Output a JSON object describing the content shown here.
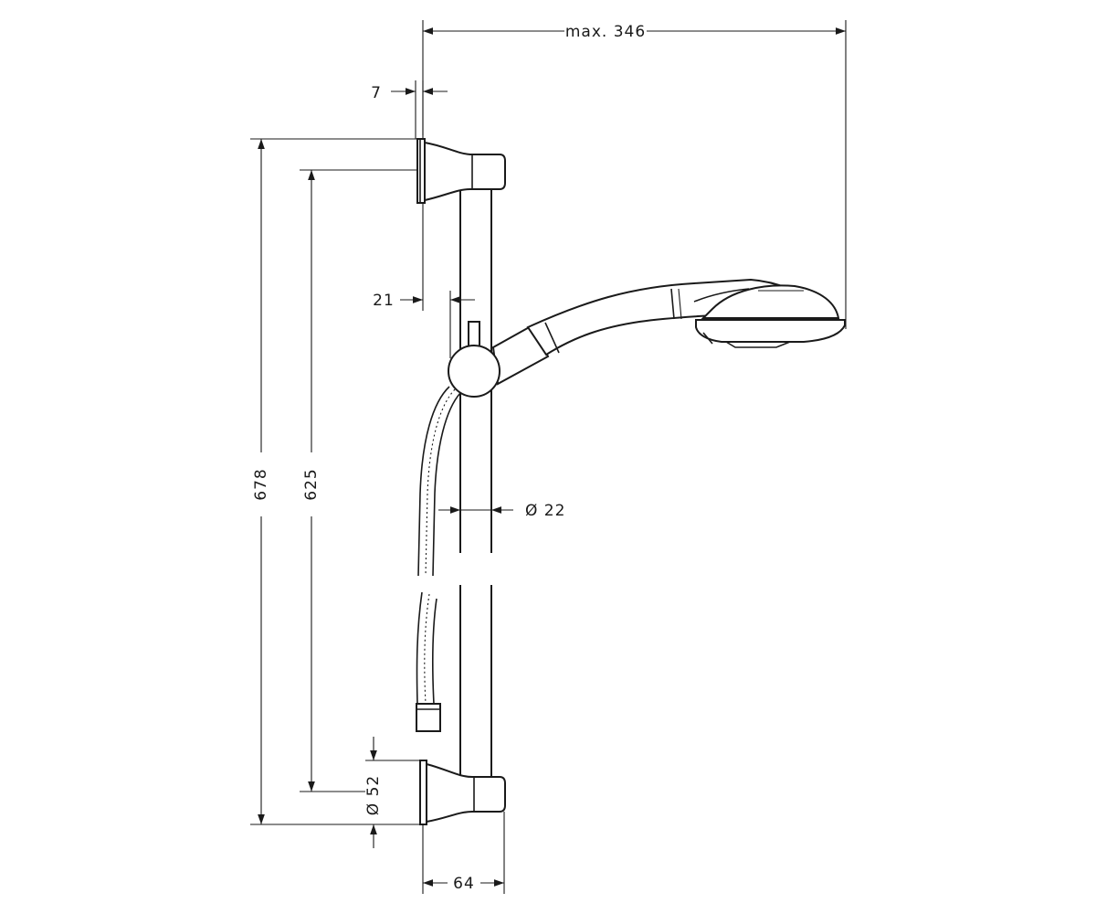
{
  "diagram": {
    "dimensions": {
      "max_width": "max. 346",
      "wall_offset": "7",
      "total_height": "678",
      "rail_length": "625",
      "holder_offset": "21",
      "rail_diameter": "Ø 22",
      "bracket_diameter": "Ø 52",
      "bracket_depth": "64"
    }
  }
}
